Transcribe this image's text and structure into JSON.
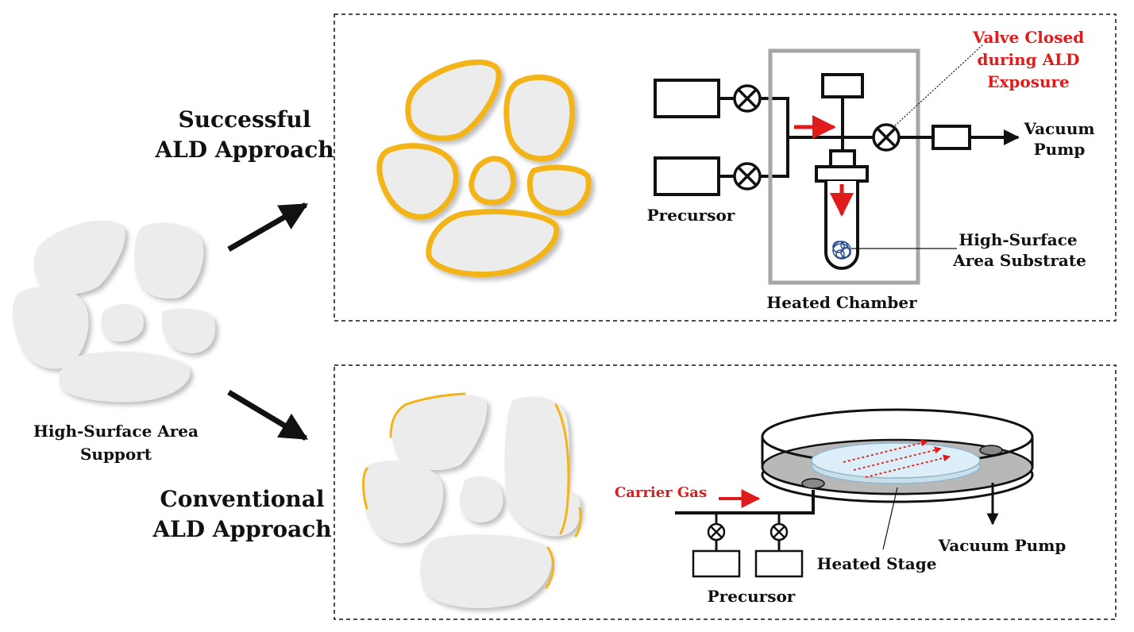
{
  "colors": {
    "ald_coating": "#f2b418",
    "particle_fill": "#ececec",
    "highlight_red": "#e01b1b",
    "line": "#111111",
    "chamber_border": "#a6a6a6",
    "substrate_blue": "#2c4f8f",
    "stage_gray": "#b8b8b8",
    "wafer_blue": "#dceef8"
  },
  "support": {
    "label_line1": "High-Surface Area",
    "label_line2": "Support"
  },
  "successful": {
    "title_line1": "Successful",
    "title_line2": "ALD Approach",
    "valve_note_line1": "Valve Closed",
    "valve_note_line2": "during ALD",
    "valve_note_line3": "Exposure",
    "vacuum_line1": "Vacuum",
    "vacuum_line2": "Pump",
    "precursor": "Precursor",
    "substrate_line1": "High-Surface",
    "substrate_line2": "Area Substrate",
    "chamber": "Heated Chamber"
  },
  "conventional": {
    "title_line1": "Conventional",
    "title_line2": "ALD Approach",
    "carrier_gas": "Carrier Gas",
    "vacuum": "Vacuum Pump",
    "heated_stage": "Heated Stage",
    "precursor": "Precursor"
  }
}
